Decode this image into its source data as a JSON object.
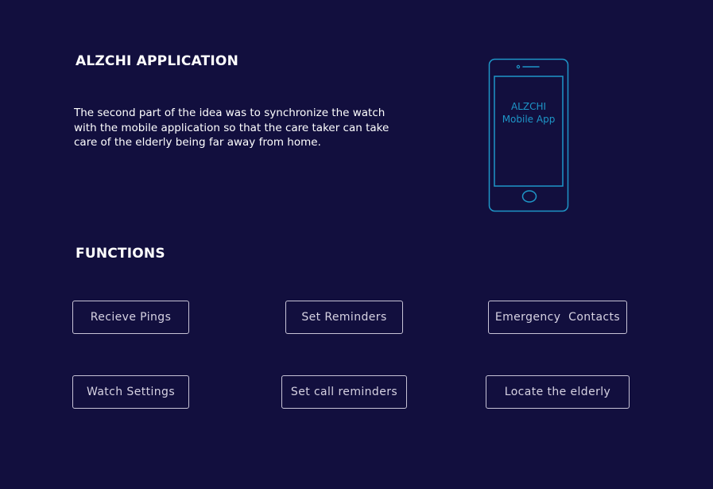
{
  "title": "ALZCHI APPLICATION",
  "description": "The second part of the idea was to synchronize the watch with the mobile application so that the care taker can take care of the elderly being far away from home.",
  "phone": {
    "icon": "smartphone-icon",
    "screen_line1": "ALZCHI",
    "screen_line2": "Mobile App",
    "color": "#1e96c8"
  },
  "functions": {
    "heading": "FUNCTIONS",
    "items": [
      "Recieve Pings",
      "Set Reminders",
      "Emergency  Contacts",
      "Watch Settings",
      "Set call reminders",
      "Locate the elderly"
    ]
  },
  "colors": {
    "background": "#120f3e",
    "button_border": "#c7c3d6",
    "text": "#ffffff"
  }
}
